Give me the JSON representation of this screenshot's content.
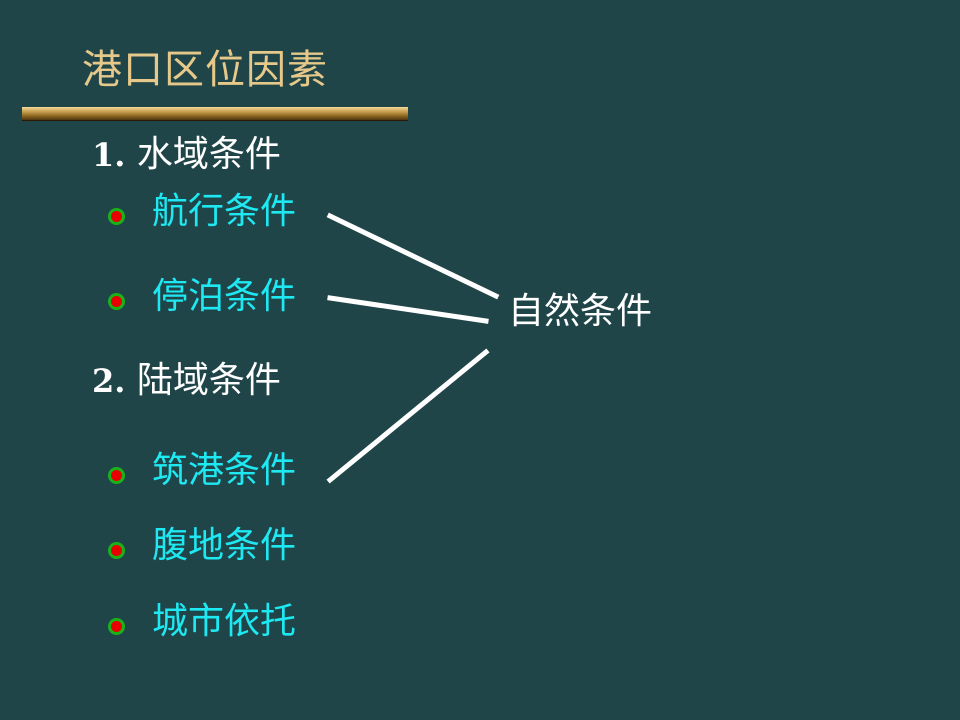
{
  "title": "港口区位因素",
  "sections": [
    {
      "num": "1.",
      "label": "水域条件"
    },
    {
      "num": "2.",
      "label": "陆域条件"
    }
  ],
  "items": [
    "航行条件",
    "停泊条件",
    "筑港条件",
    "腹地条件",
    "城市依托"
  ],
  "group_label": "自然条件",
  "colors": {
    "background": "#1f4549",
    "title": "#e6c98a",
    "item_text": "#1ee8f2",
    "bullet_fill": "#e80000",
    "bullet_ring": "#19b319",
    "connector": "#ffffff"
  }
}
